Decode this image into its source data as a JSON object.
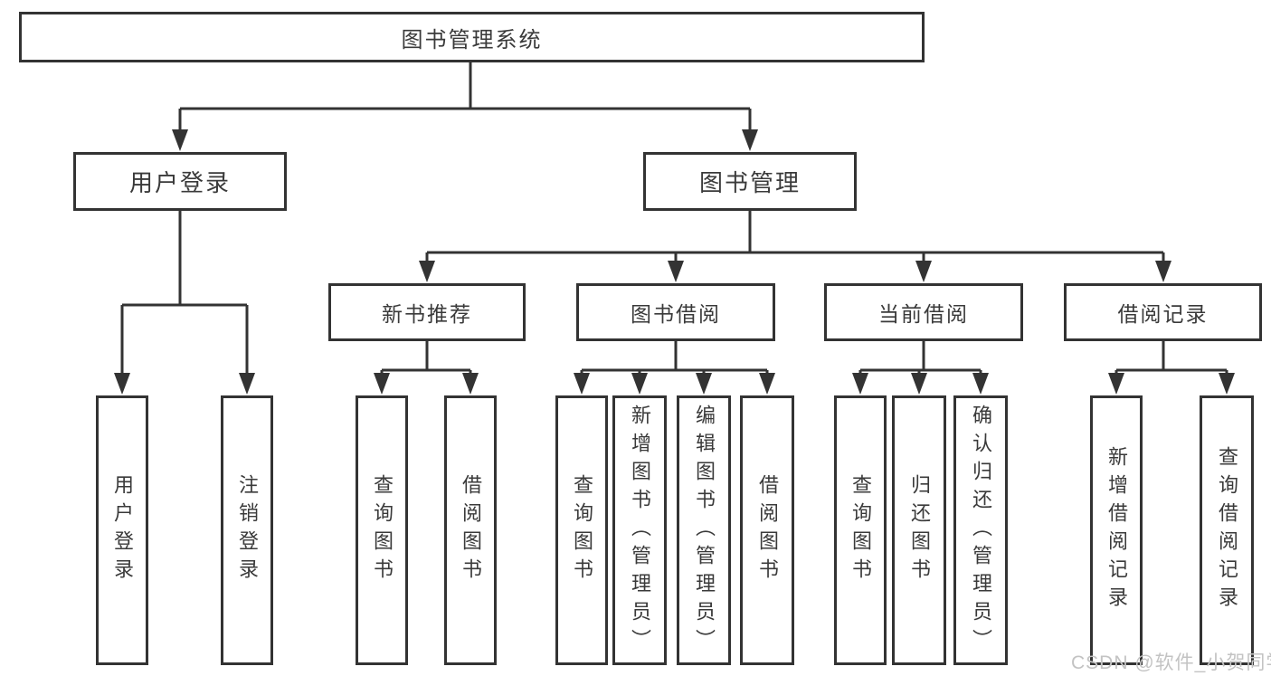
{
  "diagram": {
    "type": "hierarchy-tree",
    "tree": {
      "label": "图书管理系统",
      "children": [
        {
          "label": "用户登录",
          "children": [
            {
              "label": "用户登录"
            },
            {
              "label": "注销登录"
            }
          ]
        },
        {
          "label": "图书管理",
          "children": [
            {
              "label": "新书推荐",
              "children": [
                {
                  "label": "查询图书"
                },
                {
                  "label": "借阅图书"
                }
              ]
            },
            {
              "label": "图书借阅",
              "children": [
                {
                  "label": "查询图书"
                },
                {
                  "label": "新增图书（管理员）"
                },
                {
                  "label": "编辑图书（管理员）"
                },
                {
                  "label": "借阅图书"
                }
              ]
            },
            {
              "label": "当前借阅",
              "children": [
                {
                  "label": "查询图书"
                },
                {
                  "label": "归还图书"
                },
                {
                  "label": "确认归还（管理员）"
                }
              ]
            },
            {
              "label": "借阅记录",
              "children": [
                {
                  "label": "新增借阅记录"
                },
                {
                  "label": "查询借阅记录"
                }
              ]
            }
          ]
        }
      ]
    },
    "watermark": "CSDN @软件_小贺同学",
    "colors": {
      "line": "#333333",
      "box_border": "#333333",
      "box_fill": "#ffffff",
      "text": "#3a3a3a",
      "background": "#ffffff",
      "watermark": "#c3c3c3"
    }
  }
}
